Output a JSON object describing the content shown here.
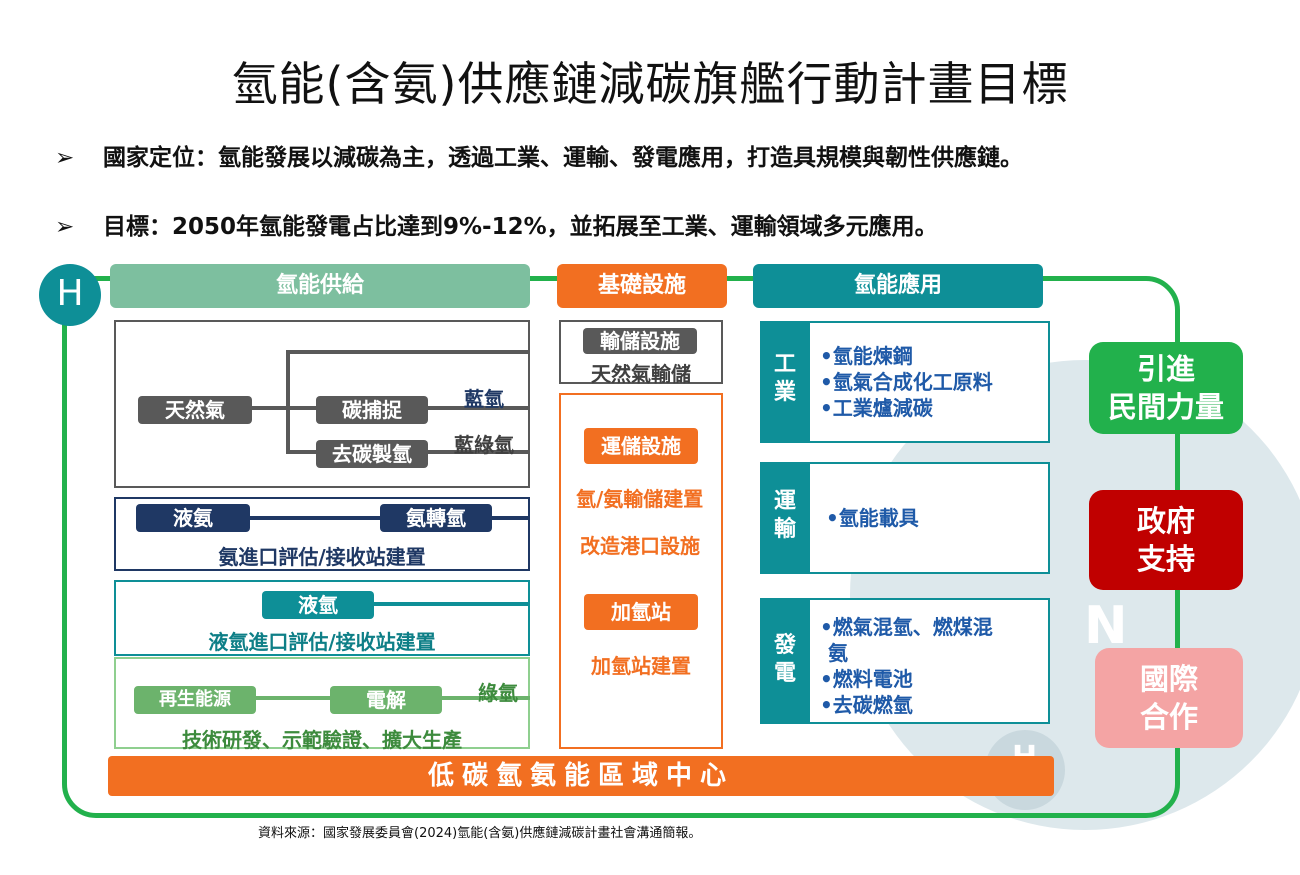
{
  "title": "氫能(含氨)供應鏈減碳旗艦行動計畫目標",
  "bullets": {
    "arrow": "➢",
    "b1": "國家定位：氫能發展以減碳為主，透過工業、運輸、發電應用，打造具規模與韌性供應鏈。",
    "b2": "目標：2050年氫能發電占比達到9%-12%，並拓展至工業、運輸領域多元應用。"
  },
  "colors": {
    "frame_green": "#22b14c",
    "teal": "#0e8f97",
    "supply_green": "#7dbf9f",
    "orange": "#f26f21",
    "navy": "#1f3864",
    "dark_red": "#c00000",
    "pink": "#f4a4a4",
    "light_green": "#6cb36c"
  },
  "hydrogen_badge": "H",
  "nitrogen_badge": "N",
  "hydrogen_badge_bottom": "H",
  "headers": {
    "supply": "氫能供給",
    "infra": "基礎設施",
    "apps": "氫能應用"
  },
  "supply": {
    "natural_gas": "天然氣",
    "carbon_capture": "碳捕捉",
    "blue_h2": "藍氫",
    "decarb_h2": "去碳製氫",
    "turquoise_h2": "藍綠氫",
    "liquid_ammonia": "液氨",
    "ammonia_to_h2": "氨轉氫",
    "ammonia_import": "氨進口評估/接收站建置",
    "liquid_h2": "液氫",
    "liquid_h2_import": "液氫進口評估/接收站建置",
    "renewable": "再生能源",
    "electrolysis": "電解",
    "green_h2": "綠氫",
    "green_note": "技術研發、示範驗證、擴大生產"
  },
  "infra": {
    "storage_label": "輸儲設施",
    "storage_text": "天然氣輸儲",
    "transport_label": "運儲設施",
    "transport_text_1": "氫/氨輸儲建置",
    "transport_text_2": "改造港口設施",
    "station_label": "加氫站",
    "station_text": "加氫站建置"
  },
  "apps": {
    "industry_tab": "工業",
    "industry_items": [
      "•氫能煉鋼",
      "•氫氣合成化工原料",
      "•工業爐減碳"
    ],
    "transport_tab": "運輸",
    "transport_items": [
      "•氫能載具"
    ],
    "power_tab": "發電",
    "power_items": [
      "•燃氣混氫、燃煤混",
      "氨",
      "•燃料電池",
      "•去碳燃氫"
    ]
  },
  "side": {
    "private": "引進\n民間力量",
    "gov": "政府\n支持",
    "intl": "國際\n合作"
  },
  "bottom_bar": "低碳氫氨能區域中心",
  "source": "資料來源：國家發展委員會(2024)氫能(含氨)供應鏈減碳計畫社會溝通簡報。"
}
